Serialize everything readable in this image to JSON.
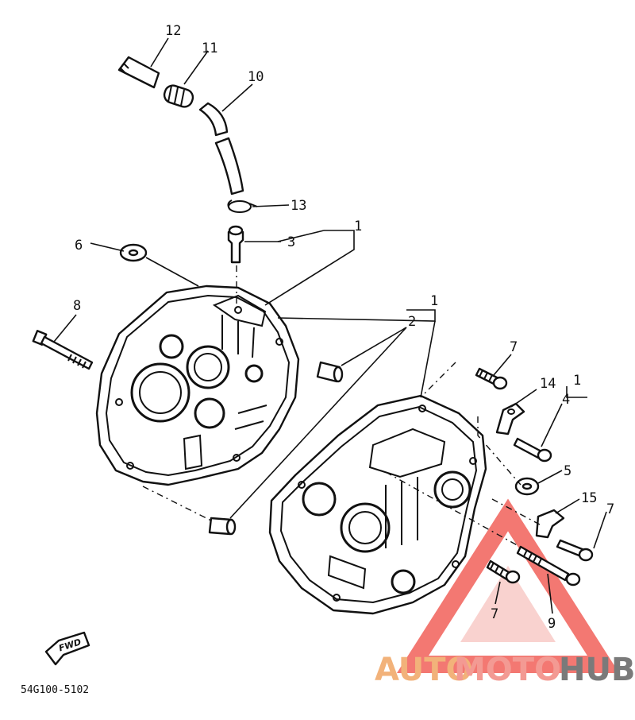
{
  "diagram_code": "54G100-5102",
  "fwd_label": "FWD",
  "watermark": {
    "part1": "AUTO",
    "part2": "MOTO",
    "part3": "HUB"
  },
  "callouts": {
    "c12": "12",
    "c11": "11",
    "c10": "10",
    "c13": "13",
    "c1a": "1",
    "c3": "3",
    "c6": "6",
    "c8": "8",
    "c1b": "1",
    "c2": "2",
    "c7a": "7",
    "c14": "14",
    "c1c": "1",
    "c4": "4",
    "c5": "5",
    "c15": "15",
    "c7b": "7",
    "c7c": "7",
    "c9": "9"
  },
  "colors": {
    "ink": "#111111",
    "wm_orange": "#f2b27a",
    "wm_red": "#f39a93",
    "wm_gray": "#7a7a7a",
    "wm_triangle": "#ef4b43"
  }
}
